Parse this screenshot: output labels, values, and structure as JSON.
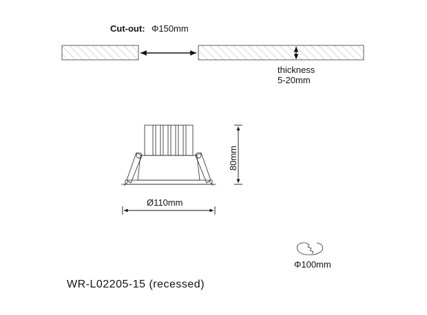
{
  "cutout": {
    "label": "Cut-out:",
    "value": "Φ150mm"
  },
  "thickness": {
    "label": "thickness",
    "value": "5-20mm"
  },
  "height": {
    "value": "80mm"
  },
  "width": {
    "value": "Ø110mm"
  },
  "hole": {
    "value": "Φ100mm"
  },
  "model": {
    "text": "WR-L02205-15  (recessed)"
  },
  "colors": {
    "line": "#1a1a1a",
    "hatch": "#555555"
  }
}
